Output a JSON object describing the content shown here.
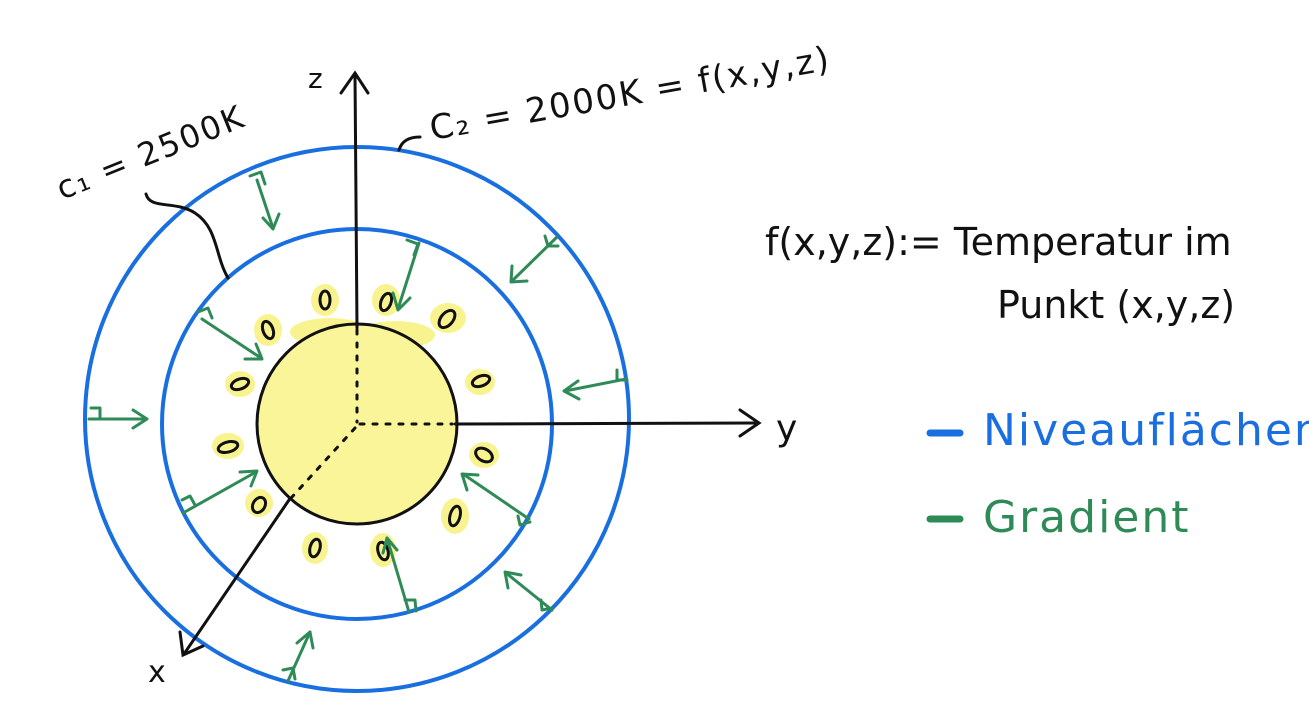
{
  "axes": {
    "z": "z",
    "y": "y",
    "x": "x"
  },
  "labels": {
    "c1": "c₁ = 2500K",
    "c2": "C₂ = 2000K = f(x,y,z)"
  },
  "definition": {
    "line1": "f(x,y,z):= Temperatur im",
    "line2": "Punkt (x,y,z)"
  },
  "legend": [
    {
      "text": "Niveauflächen",
      "color": "#1a6fe0"
    },
    {
      "text": "Gradient",
      "color": "#2e8b57"
    }
  ],
  "colors": {
    "niveau": "#1a6fe0",
    "gradient": "#2e8b57",
    "sun_fill": "#fbf59a",
    "glow": "#f7ef6a",
    "ink": "#111111"
  }
}
